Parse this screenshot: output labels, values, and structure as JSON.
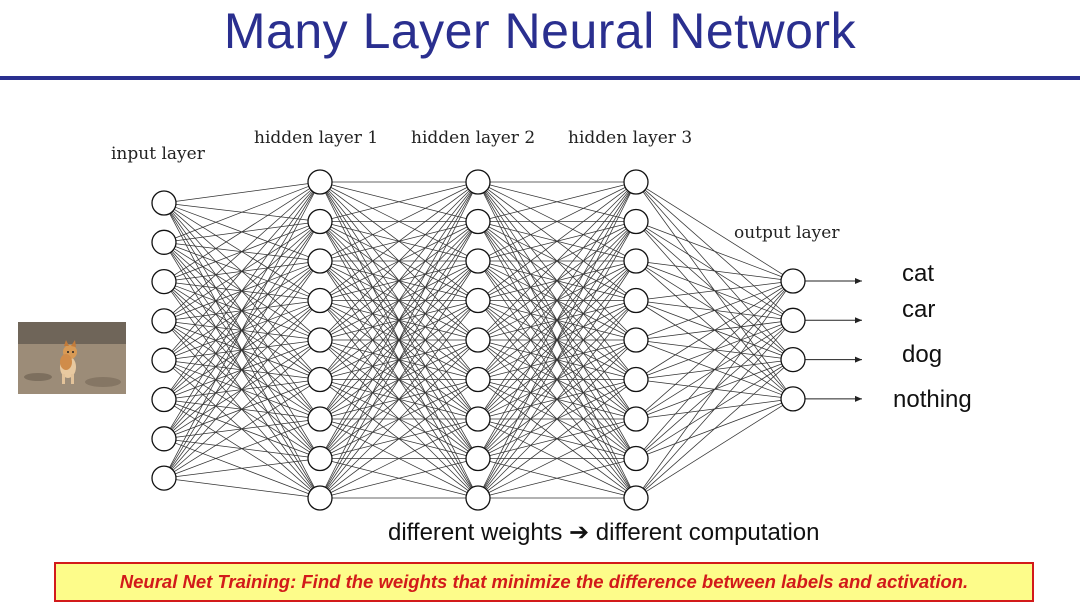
{
  "slide": {
    "title": "Many Layer Neural Network",
    "caption_left": "different weights",
    "caption_arrow": "➔",
    "caption_right": "different computation",
    "banner": "Neural Net Training: Find the weights that minimize the difference between labels and activation."
  },
  "layers": [
    {
      "label": "input layer",
      "nodes": 8
    },
    {
      "label": "hidden layer 1",
      "nodes": 9
    },
    {
      "label": "hidden layer 2",
      "nodes": 9
    },
    {
      "label": "hidden layer 3",
      "nodes": 9
    },
    {
      "label": "output layer",
      "nodes": 4
    }
  ],
  "outputs": [
    "cat",
    "car",
    "dog",
    "nothing"
  ],
  "input_image": {
    "subject": "dog photo"
  },
  "colors": {
    "title": "#2a2f8f",
    "banner_bg": "#fdfc8a",
    "banner_text": "#d21a1a"
  }
}
